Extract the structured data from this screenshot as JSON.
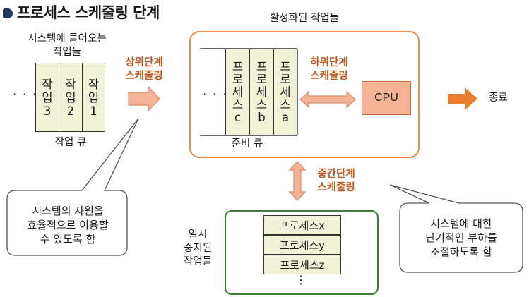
{
  "title": "프로세스 스케줄링 단계",
  "incoming_jobs_label": [
    "시스템에 들어오는",
    "작업들"
  ],
  "job_queue": {
    "label": "작업 큐",
    "ellipsis": "· · ·",
    "jobs": [
      {
        "chars": [
          "작",
          "업",
          "3"
        ]
      },
      {
        "chars": [
          "작",
          "업",
          "2"
        ]
      },
      {
        "chars": [
          "작",
          "업",
          "1"
        ]
      }
    ]
  },
  "long_term": [
    "상위단계",
    "스케줄링"
  ],
  "active_jobs_label": "활성화된 작업들",
  "ready_queue": {
    "label": "준비 큐",
    "ellipsis": "· · ·",
    "processes": [
      {
        "chars": [
          "프",
          "로",
          "세",
          "스",
          "c"
        ]
      },
      {
        "chars": [
          "프",
          "로",
          "세",
          "스",
          "b"
        ]
      },
      {
        "chars": [
          "프",
          "로",
          "세",
          "스",
          "a"
        ]
      }
    ]
  },
  "short_term": [
    "하위단계",
    "스케줄링"
  ],
  "cpu": "CPU",
  "exit": "종료",
  "medium_term": [
    "중간단계",
    "스케줄링"
  ],
  "suspended": {
    "label": [
      "일시",
      "중지된",
      "작업들"
    ],
    "processes": [
      "프로세스x",
      "프로세스y",
      "프로세스z"
    ],
    "ellipsis": "⋮"
  },
  "callout_left": [
    "시스템의 자원을",
    "효율적으로 이용할",
    "수 있도록 함"
  ],
  "callout_right": [
    "시스템에 대한",
    "단기적인 부하를",
    "조절하도록 함"
  ],
  "colors": {
    "accent_orange": "#ec8a4b",
    "label_orange": "#c0561b",
    "arrow_fill": "#f4b396",
    "green_border": "#3a7d33",
    "cell_fill": "#f2f2d6",
    "cpu_fill": "#f4b396"
  }
}
